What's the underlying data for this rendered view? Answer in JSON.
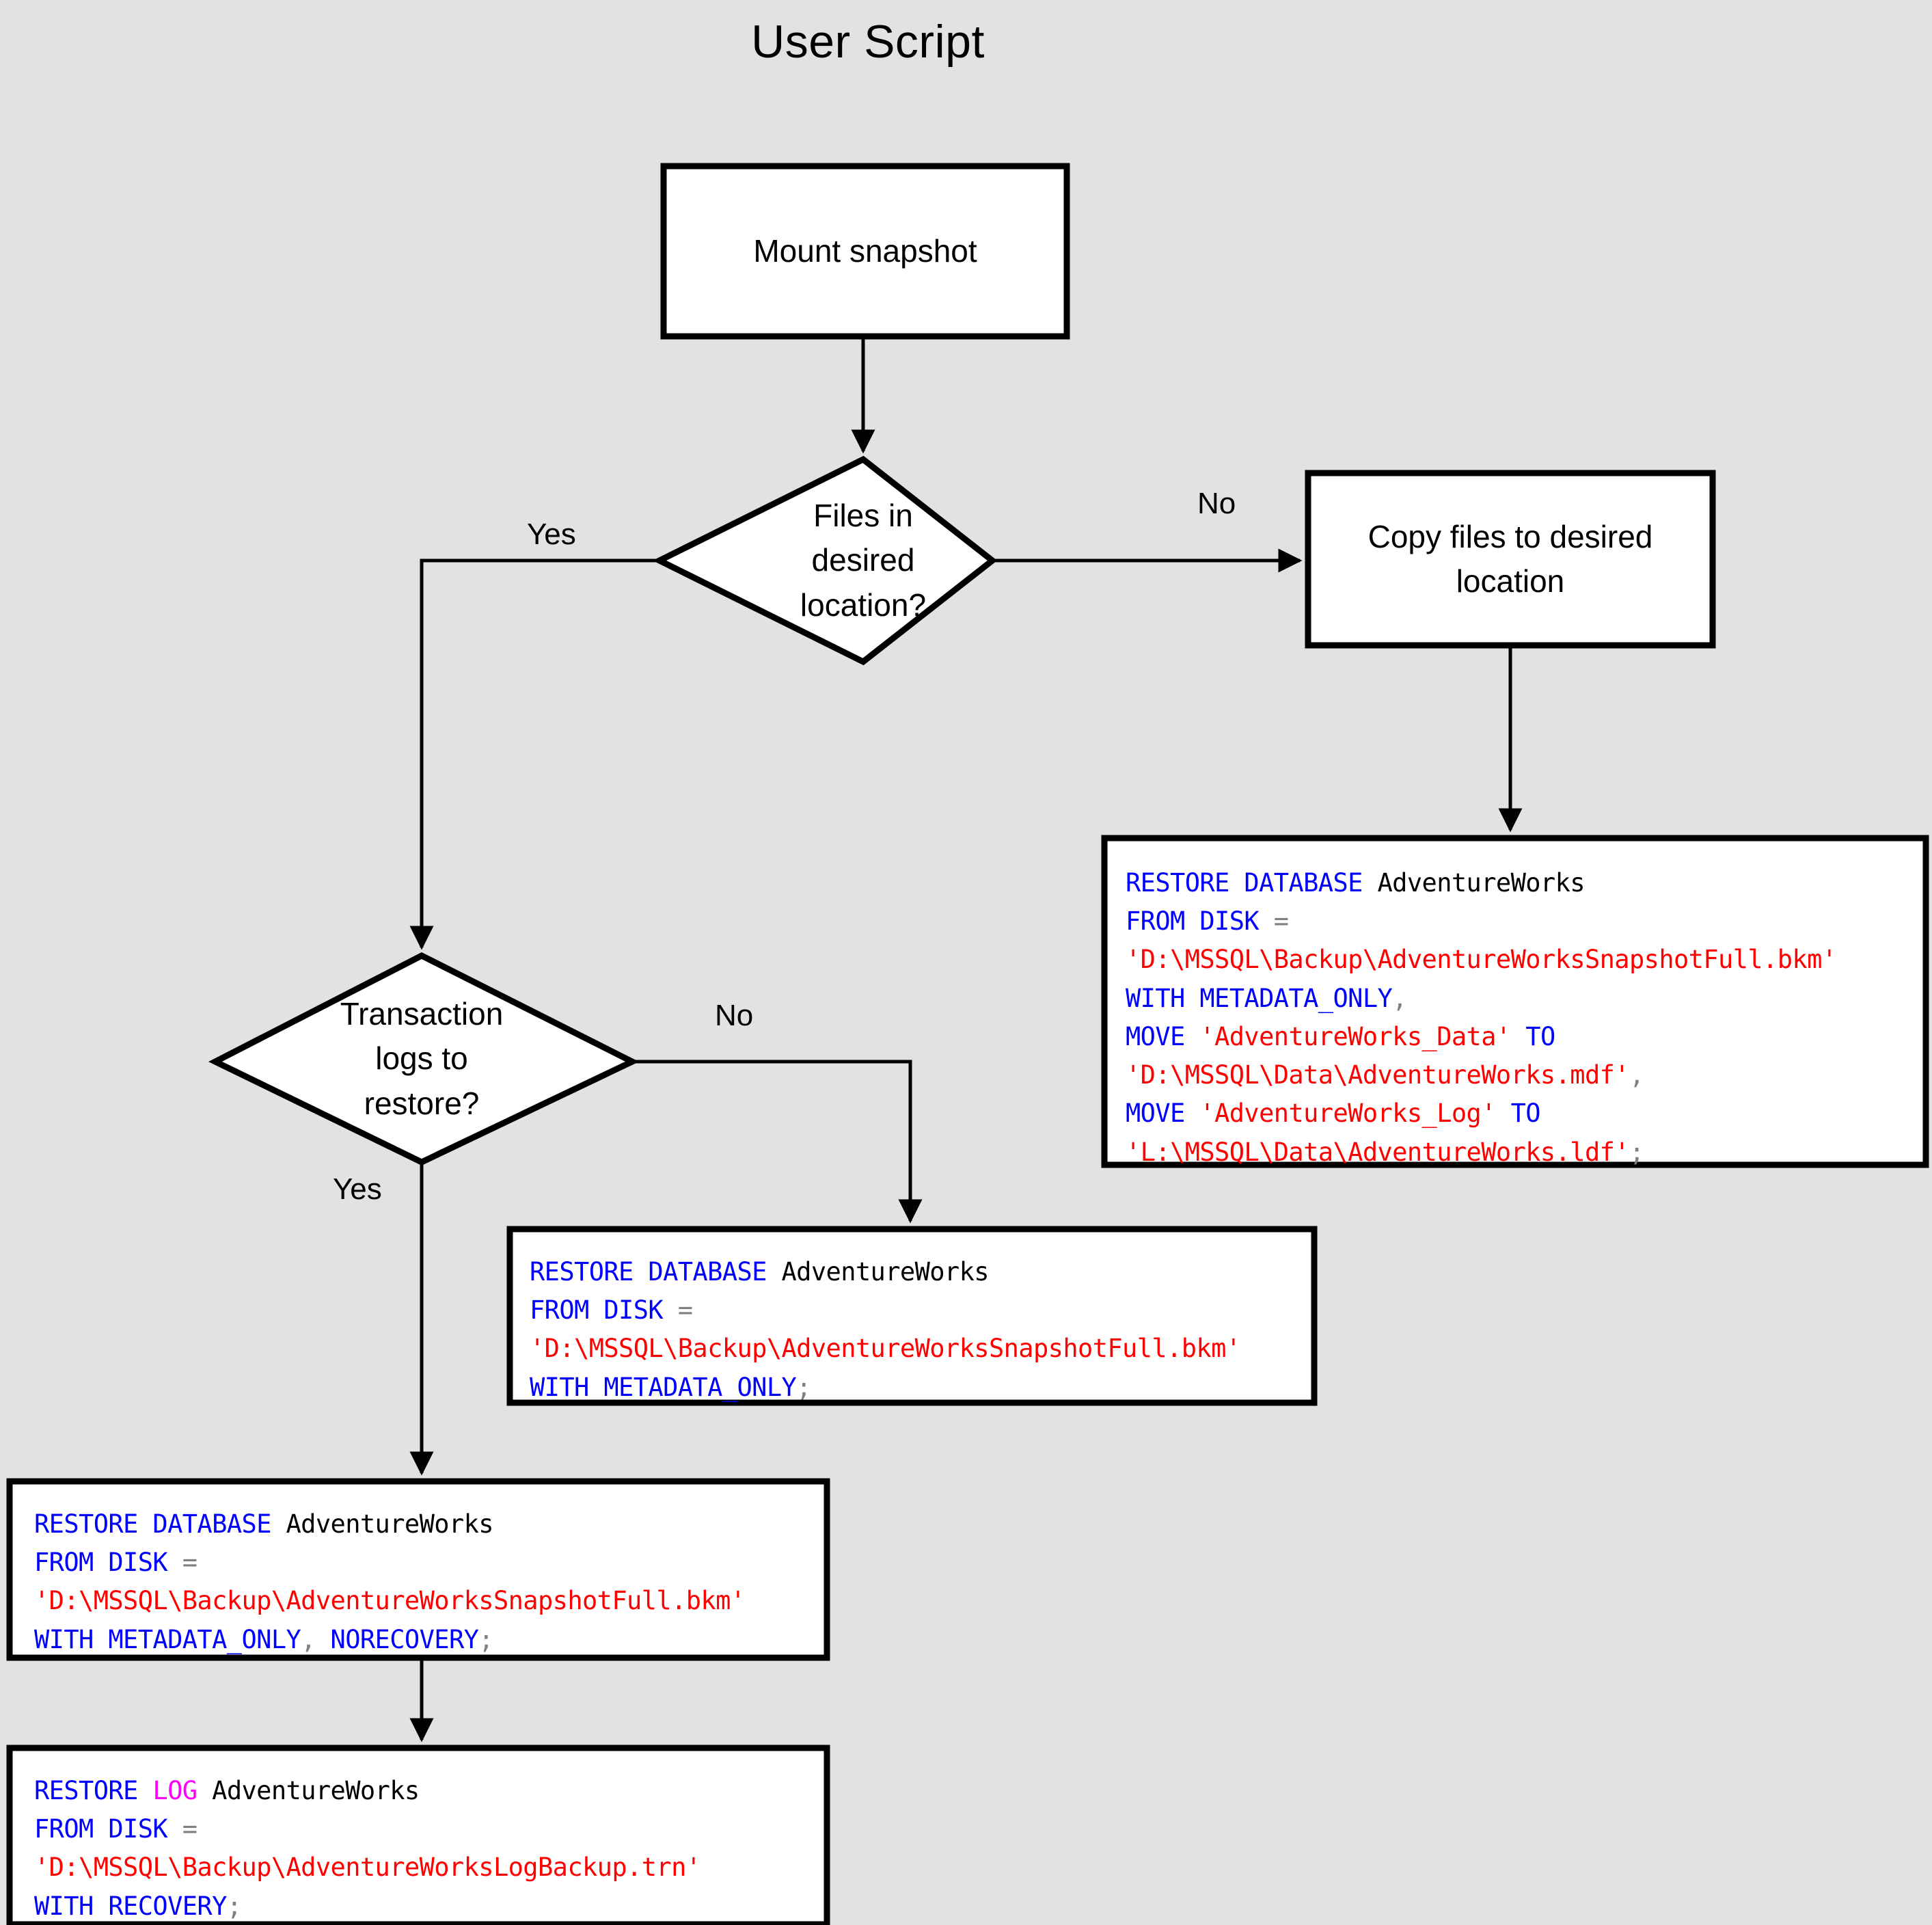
{
  "page": {
    "title": "User Script",
    "background_color": "#e2e2e2",
    "stroke_color": "#000000",
    "node_fill": "#ffffff"
  },
  "colors": {
    "keyword": "#0000ff",
    "log_keyword": "#ff00ff",
    "string": "#ff0000",
    "punctuation": "#808080",
    "identifier": "#000000"
  },
  "nodes": {
    "mount_snapshot": {
      "label": "Mount snapshot",
      "shape": "process"
    },
    "files_decision": {
      "label": "Files in\ndesired\nlocation?",
      "shape": "decision"
    },
    "copy_files": {
      "label": "Copy files to desired\nlocation",
      "shape": "process"
    },
    "logs_decision": {
      "label": "Transaction\nlogs to\nrestore?",
      "shape": "decision"
    }
  },
  "edge_labels": {
    "files_yes": "Yes",
    "files_no": "No",
    "logs_yes": "Yes",
    "logs_no": "No"
  },
  "code_blocks": {
    "restore_with_move": {
      "lines": [
        [
          {
            "t": "RESTORE DATABASE ",
            "c": "kw"
          },
          {
            "t": "AdventureWorks",
            "c": "id"
          }
        ],
        [
          {
            "t": "FROM DISK ",
            "c": "kw"
          },
          {
            "t": "=",
            "c": "pun"
          }
        ],
        [
          {
            "t": "'D:\\MSSQL\\Backup\\AdventureWorksSnapshotFull.bkm'",
            "c": "str"
          }
        ],
        [
          {
            "t": "WITH METADATA_ONLY",
            "c": "kw"
          },
          {
            "t": ",",
            "c": "pun"
          }
        ],
        [
          {
            "t": "MOVE ",
            "c": "kw"
          },
          {
            "t": "'AdventureWorks_Data'",
            "c": "str"
          },
          {
            "t": " TO",
            "c": "kw"
          }
        ],
        [
          {
            "t": "'D:\\MSSQL\\Data\\AdventureWorks.mdf'",
            "c": "str"
          },
          {
            "t": ",",
            "c": "pun"
          }
        ],
        [
          {
            "t": "MOVE ",
            "c": "kw"
          },
          {
            "t": "'AdventureWorks_Log'",
            "c": "str"
          },
          {
            "t": " TO",
            "c": "kw"
          }
        ],
        [
          {
            "t": "'L:\\MSSQL\\Data\\AdventureWorks.ldf'",
            "c": "str"
          },
          {
            "t": ";",
            "c": "pun"
          }
        ]
      ]
    },
    "restore_metadata_only": {
      "lines": [
        [
          {
            "t": "RESTORE DATABASE ",
            "c": "kw"
          },
          {
            "t": "AdventureWorks",
            "c": "id"
          }
        ],
        [
          {
            "t": "FROM DISK ",
            "c": "kw"
          },
          {
            "t": "=",
            "c": "pun"
          }
        ],
        [
          {
            "t": "'D:\\MSSQL\\Backup\\AdventureWorksSnapshotFull.bkm'",
            "c": "str"
          }
        ],
        [
          {
            "t": "WITH METADATA_ONLY",
            "c": "kw"
          },
          {
            "t": ";",
            "c": "pun"
          }
        ]
      ]
    },
    "restore_norecovery": {
      "lines": [
        [
          {
            "t": "RESTORE DATABASE ",
            "c": "kw"
          },
          {
            "t": "AdventureWorks",
            "c": "id"
          }
        ],
        [
          {
            "t": "FROM DISK ",
            "c": "kw"
          },
          {
            "t": "=",
            "c": "pun"
          }
        ],
        [
          {
            "t": "'D:\\MSSQL\\Backup\\AdventureWorksSnapshotFull.bkm'",
            "c": "str"
          }
        ],
        [
          {
            "t": "WITH METADATA_ONLY",
            "c": "kw"
          },
          {
            "t": ", ",
            "c": "pun"
          },
          {
            "t": "NORECOVERY",
            "c": "kw"
          },
          {
            "t": ";",
            "c": "pun"
          }
        ]
      ]
    },
    "restore_log": {
      "lines": [
        [
          {
            "t": "RESTORE ",
            "c": "kw"
          },
          {
            "t": "LOG",
            "c": "log"
          },
          {
            "t": " ",
            "c": "kw"
          },
          {
            "t": "AdventureWorks",
            "c": "id"
          }
        ],
        [
          {
            "t": "FROM DISK ",
            "c": "kw"
          },
          {
            "t": "=",
            "c": "pun"
          }
        ],
        [
          {
            "t": "'D:\\MSSQL\\Backup\\AdventureWorksLogBackup.trn'",
            "c": "str"
          }
        ],
        [
          {
            "t": "WITH RECOVERY",
            "c": "kw"
          },
          {
            "t": ";",
            "c": "pun"
          }
        ]
      ]
    }
  }
}
